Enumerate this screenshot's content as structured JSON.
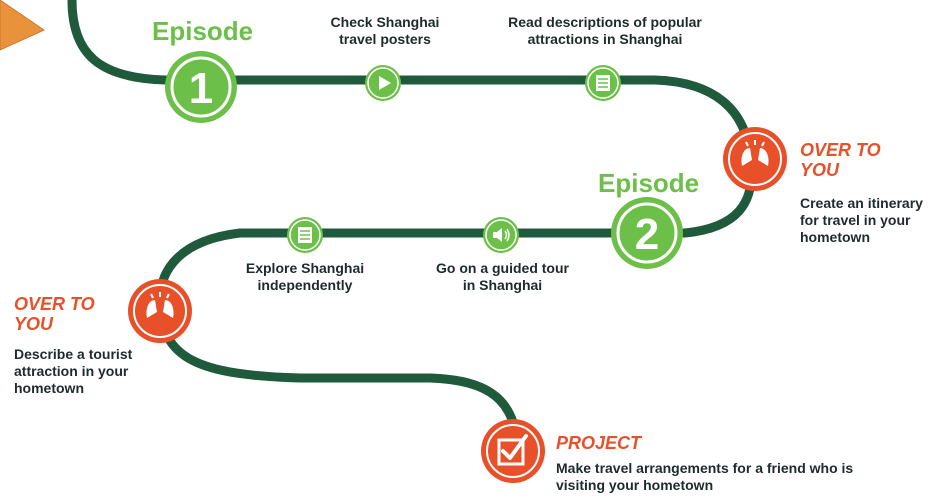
{
  "colors": {
    "path": "#1f5a3c",
    "green": "#6cc04a",
    "orange": "#e8502a",
    "pointer": "#e8933c"
  },
  "episode1": {
    "label": "Episode",
    "number": "1"
  },
  "episode2": {
    "label": "Episode",
    "number": "2"
  },
  "steps": {
    "posters": {
      "icon": "play-icon",
      "text_line1": "Check Shanghai",
      "text_line2": "travel posters"
    },
    "descriptions": {
      "icon": "document-icon",
      "text_line1": "Read descriptions of popular",
      "text_line2": "attractions in Shanghai"
    },
    "tour": {
      "icon": "audio-icon",
      "text_line1": "Go on a guided tour",
      "text_line2": "in Shanghai"
    },
    "explore": {
      "icon": "document-icon",
      "text_line1": "Explore Shanghai",
      "text_line2": "independently"
    }
  },
  "over_to_you_1": {
    "title_line1": "OVER TO",
    "title_line2": "YOU",
    "body_line1": "Create an itinerary",
    "body_line2": "for travel in your",
    "body_line3": "hometown",
    "icon": "high-five-icon"
  },
  "over_to_you_2": {
    "title_line1": "OVER TO",
    "title_line2": "YOU",
    "body_line1": "Describe a tourist",
    "body_line2": "attraction in your",
    "body_line3": "hometown",
    "icon": "high-five-icon"
  },
  "project": {
    "title": "PROJECT",
    "body_line1": "Make travel arrangements for a friend who is",
    "body_line2": "visiting your hometown",
    "icon": "checklist-icon"
  }
}
